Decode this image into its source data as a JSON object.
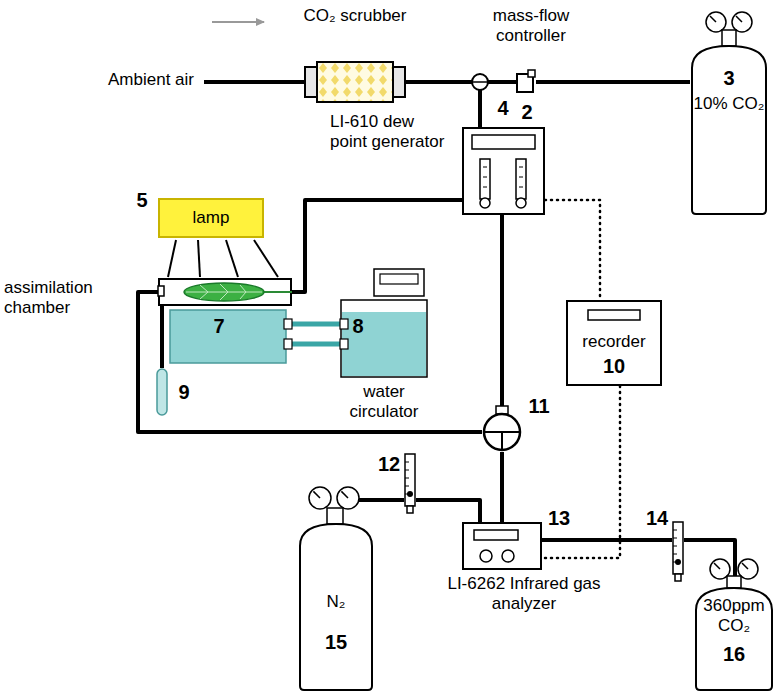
{
  "diagram": {
    "nodes": [
      {
        "text": [
          "CO₂ scrubber"
        ]
      },
      {
        "text": [
          "mass-flow controller",
          "2"
        ]
      },
      {
        "text": [
          "3",
          "10% CO₂"
        ]
      },
      {
        "text": [
          "4",
          "LI-610 dew point generator"
        ]
      },
      {
        "text": [
          "5",
          "lamp"
        ]
      },
      {
        "text": [
          "assimilation chamber",
          "7"
        ]
      },
      {
        "text": [
          "8",
          "water circulator"
        ]
      },
      {
        "text": [
          "9"
        ]
      },
      {
        "text": [
          "recorder",
          "10"
        ]
      },
      {
        "text": [
          "11"
        ]
      },
      {
        "text": [
          "12"
        ]
      },
      {
        "text": [
          "13",
          "LI-6262 Infrared gas analyzer"
        ]
      },
      {
        "text": [
          "14"
        ]
      },
      {
        "text": [
          "N₂",
          "15"
        ]
      },
      {
        "text": [
          "360ppm CO₂",
          "16"
        ]
      }
    ],
    "edges": [
      {
        "from": 0,
        "to": 3,
        "arrow": "none"
      },
      {
        "from": 1,
        "to": 3,
        "arrow": "none"
      },
      {
        "from": 2,
        "to": 1,
        "arrow": "none"
      },
      {
        "from": 3,
        "to": 5,
        "arrow": "none"
      },
      {
        "from": 3,
        "to": 9,
        "arrow": "none"
      },
      {
        "from": 5,
        "to": 9,
        "arrow": "none"
      },
      {
        "from": 9,
        "to": 11,
        "arrow": "none"
      },
      {
        "from": 5,
        "to": 6,
        "arrow": "none"
      },
      {
        "from": 5,
        "to": 7,
        "arrow": "none"
      },
      {
        "from": 13,
        "to": 10,
        "arrow": "none"
      },
      {
        "from": 10,
        "to": 11,
        "arrow": "none"
      },
      {
        "from": 11,
        "to": 12,
        "arrow": "none"
      },
      {
        "from": 12,
        "to": 14,
        "arrow": "none"
      },
      {
        "from": 3,
        "to": 8,
        "arrow": "none"
      },
      {
        "from": 8,
        "to": 11,
        "arrow": "none"
      }
    ],
    "labels": [
      "Ambient air"
    ]
  }
}
